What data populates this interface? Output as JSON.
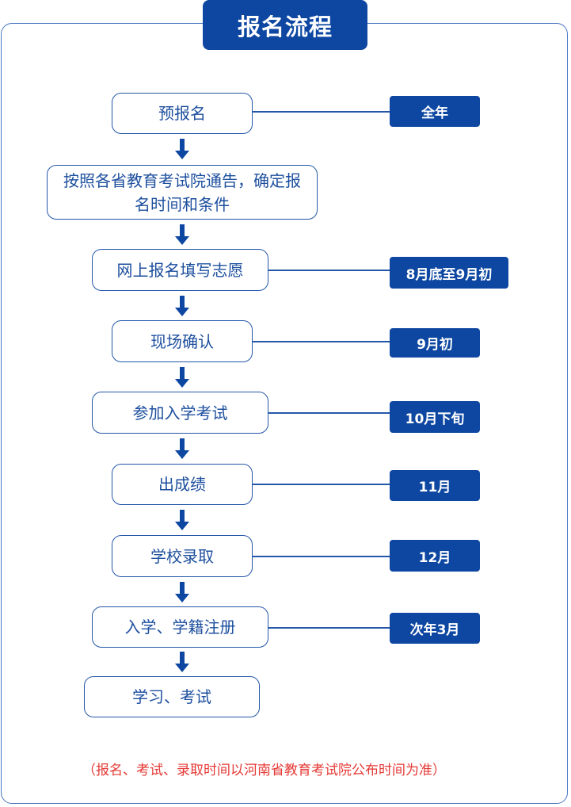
{
  "title": "报名流程",
  "steps": [
    {
      "label": "预报名",
      "time": "全年"
    },
    {
      "label": "按照各省教育考试院通告，确定报名时间和条件"
    },
    {
      "label": "网上报名填写志愿",
      "time": "8月底至9月初"
    },
    {
      "label": "现场确认",
      "time": "9月初"
    },
    {
      "label": "参加入学考试",
      "time": "10月下旬"
    },
    {
      "label": "出成绩",
      "time": "11月"
    },
    {
      "label": "学校录取",
      "time": "12月"
    },
    {
      "label": "入学、学籍注册",
      "time": "次年3月"
    },
    {
      "label": "学习、考试"
    }
  ],
  "note": "（报名、考试、录取时间以河南省教育考试院公布时间为准）",
  "colors": {
    "primary": "#0d47a1",
    "note": "#e53935"
  }
}
